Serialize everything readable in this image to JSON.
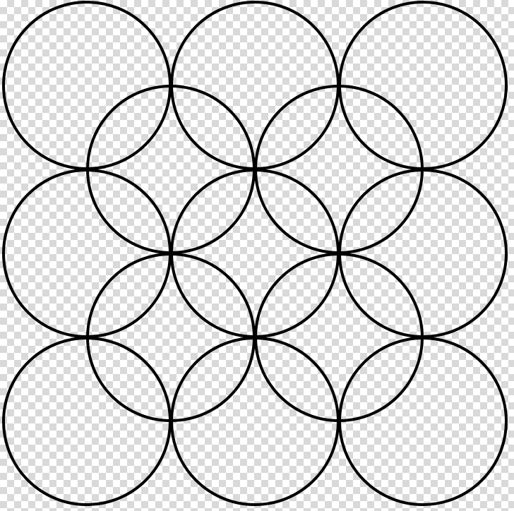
{
  "figure": {
    "description_color": "#000000",
    "background": "transparency-checkerboard",
    "background_colors": [
      "#ffffff",
      "#d9d9d9"
    ],
    "rings": {
      "outer_grid": {
        "rows": 3,
        "cols": 3
      },
      "inner_grid": {
        "rows": 2,
        "cols": 2
      },
      "stroke_color": "#000000"
    }
  }
}
